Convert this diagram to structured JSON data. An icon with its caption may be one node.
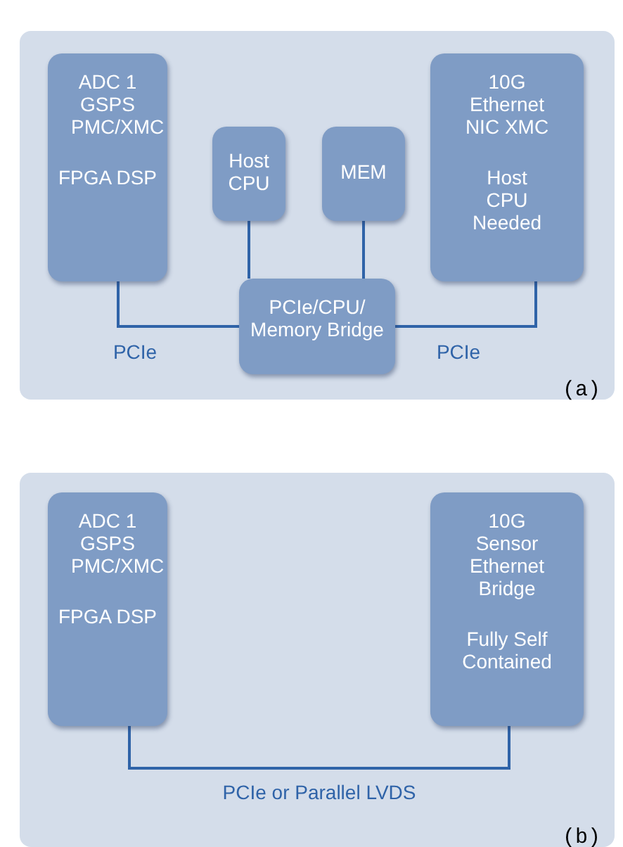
{
  "diagram": {
    "nodes": [
      {
        "text": [
          "(a)"
        ]
      },
      {
        "text": [
          "ADC 1 GSPS PMC/XMC",
          "FPGA DSP"
        ],
        "in": 0
      },
      {
        "text": [
          "Host CPU"
        ],
        "in": 0
      },
      {
        "text": [
          "MEM"
        ],
        "in": 0
      },
      {
        "text": [
          "10G Ethernet NIC XMC",
          "Host CPU Needed"
        ],
        "in": 0
      },
      {
        "text": [
          "PCIe/CPU/ Memory Bridge"
        ],
        "in": 0
      },
      {
        "text": [
          "(b)"
        ]
      },
      {
        "text": [
          "ADC 1 GSPS PMC/XMC",
          "FPGA DSP"
        ],
        "in": 6
      },
      {
        "text": [
          "10G Sensor Ethernet Bridge",
          "Fully Self Contained"
        ],
        "in": 6
      }
    ],
    "edges": [
      {
        "from": 1,
        "to": 5,
        "arrow": "none",
        "label": "PCIe"
      },
      {
        "from": 2,
        "to": 5,
        "arrow": "none"
      },
      {
        "from": 3,
        "to": 5,
        "arrow": "none"
      },
      {
        "from": 4,
        "to": 5,
        "arrow": "none",
        "label": "PCIe"
      },
      {
        "from": 7,
        "to": 8,
        "arrow": "none",
        "label": "PCIe or Parallel LVDS"
      }
    ]
  }
}
